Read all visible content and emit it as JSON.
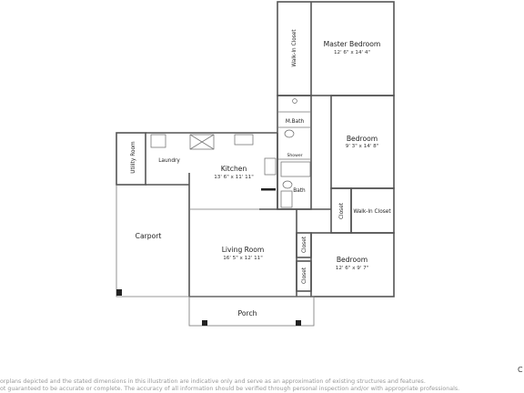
{
  "rooms": {
    "master_bedroom": {
      "name": "Master Bedroom",
      "dims": "12' 6\" x 14' 4\""
    },
    "walkin_closet_top": {
      "name": "Walk-In Closet"
    },
    "mbath": {
      "name": "M.Bath"
    },
    "shower": {
      "name": "Shower"
    },
    "bedroom_right": {
      "name": "Bedroom",
      "dims": "9' 3\" x 14' 8\""
    },
    "utility_room": {
      "name": "Utility Room"
    },
    "laundry": {
      "name": "Laundry"
    },
    "kitchen": {
      "name": "Kitchen",
      "dims": "13' 6\" x 11' 11\""
    },
    "bath": {
      "name": "Bath"
    },
    "closet_a": {
      "name": "Closet"
    },
    "walkin_closet_right": {
      "name": "Walk-In Closet"
    },
    "carport": {
      "name": "Carport"
    },
    "living_room": {
      "name": "Living Room",
      "dims": "16' 5\" x 12' 11\""
    },
    "closet_b": {
      "name": "Closet"
    },
    "bedroom_bottom": {
      "name": "Bedroom",
      "dims": "12' 6\" x 9' 7\""
    },
    "closet_c": {
      "name": "Closet"
    },
    "porch": {
      "name": "Porch"
    }
  },
  "disclaimer": {
    "line1": "orplans depicted and the stated dimensions in this illustration are indicative only and serve as an approximation of existing structures and features.",
    "line2": "ot guaranteed to be accurate or complete. The accuracy of all information should be verified through personal inspection and/or with appropriate professionals."
  },
  "corner_letter": "C"
}
